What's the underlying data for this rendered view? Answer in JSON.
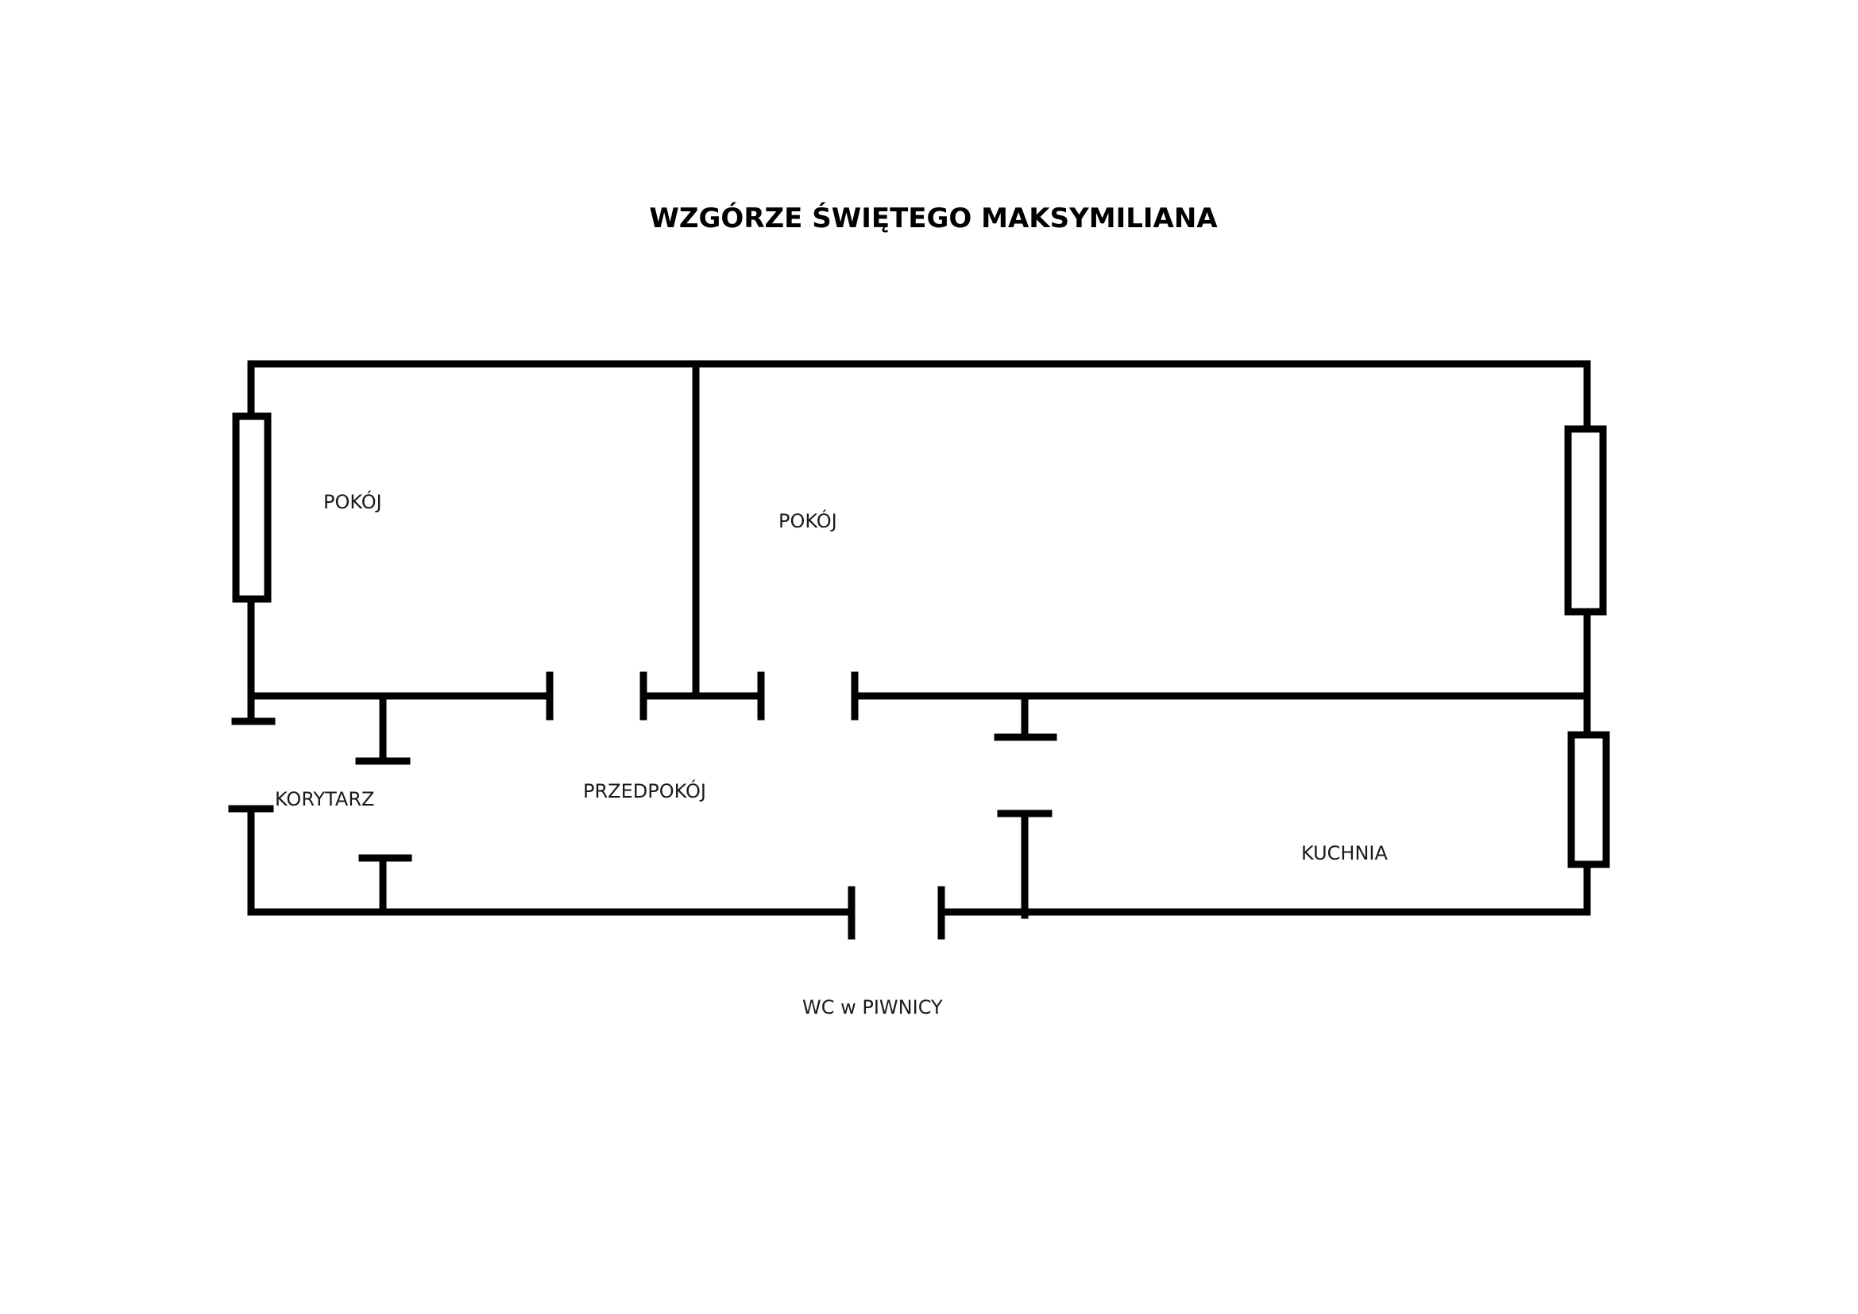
{
  "title": "WZGÓRZE ŚWIĘTEGO MAKSYMILIANA",
  "rooms": {
    "room_left": "POKÓJ",
    "room_right": "POKÓJ",
    "corridor": "KORYTARZ",
    "hall": "PRZEDPOKÓJ",
    "kitchen": "KUCHNIA",
    "wc": "WC w PIWNICY"
  },
  "colors": {
    "wall": "#000000",
    "background": "#ffffff"
  }
}
